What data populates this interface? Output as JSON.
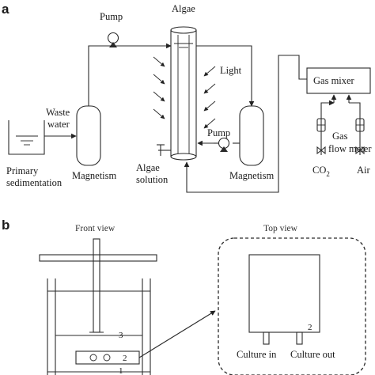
{
  "panels": {
    "a": "a",
    "b": "b"
  },
  "panel_a": {
    "pump_top": "Pump",
    "algae": "Algae",
    "light": "Light",
    "gas_mixer": "Gas mixer",
    "waste_water_1": "Waste",
    "waste_water_2": "water",
    "primary_1": "Primary",
    "primary_2": "sedimentation",
    "magnetism_left": "Magnetism",
    "algae_solution_1": "Algae",
    "algae_solution_2": "solution",
    "pump_bottom": "Pump",
    "magnetism_right": "Magnetism",
    "gas": "Gas",
    "flow_meter": "flow meter",
    "co2": "CO",
    "co2_sub": "2",
    "air": "Air"
  },
  "panel_b": {
    "front_view": "Front view",
    "top_view": "Top view",
    "label_3": "3",
    "label_2": "2",
    "label_1": "1",
    "label_2_top": "2",
    "culture_in": "Culture in",
    "culture_out": "Culture out"
  }
}
